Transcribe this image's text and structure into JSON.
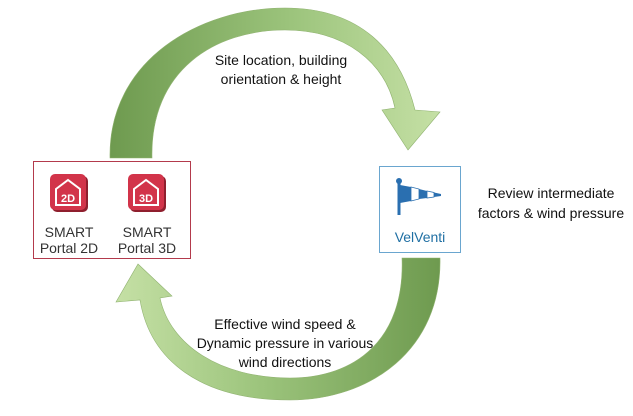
{
  "flows": {
    "top_label": "Site location, building\norientation & height",
    "bottom_label": "Effective wind speed &\nDynamic pressure in various\nwind directions"
  },
  "smart_portal": {
    "apps": [
      {
        "badge": "2D",
        "caption": "SMART\nPortal 2D"
      },
      {
        "badge": "3D",
        "caption": "SMART\nPortal 3D"
      }
    ]
  },
  "velventi": {
    "caption": "VelVenti"
  },
  "review": {
    "text": "Review intermediate\nfactors & wind pressure"
  },
  "colors": {
    "arrow_dark": "#6e9a4f",
    "arrow_light": "#c5e0a5",
    "smart_border": "#b33a4c",
    "tile_red": "#d2344a",
    "velventi_border": "#6aa6cf",
    "velventi_text": "#1f6fa3"
  },
  "icons": [
    "portal-2d-icon",
    "portal-3d-icon",
    "windsock-icon"
  ]
}
